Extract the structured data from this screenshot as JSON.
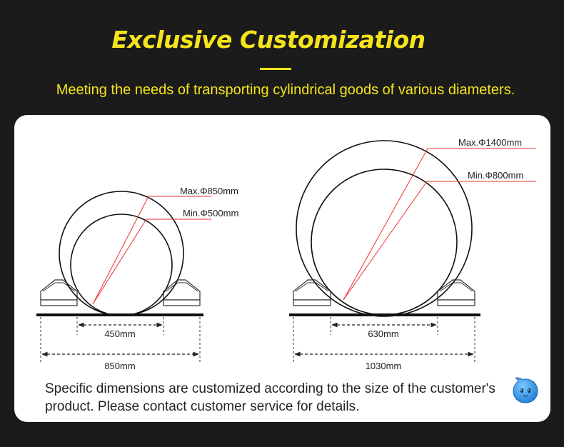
{
  "header": {
    "title": "Exclusive Customization",
    "subtitle": "Meeting the needs of transporting cylindrical goods of various diameters."
  },
  "diagrams": [
    {
      "max_label": "Max.Φ850mm",
      "min_label": "Min.Φ500mm",
      "inner_span": "450mm",
      "outer_span": "850mm"
    },
    {
      "max_label": "Max.Φ1400mm",
      "min_label": "Min.Φ800mm",
      "inner_span": "630mm",
      "outer_span": "1030mm"
    }
  ],
  "note": "Specific dimensions are customized according to the size of the customer's product. Please contact customer service for details.",
  "colors": {
    "background": "#1b1b1b",
    "accent_yellow": "#f5e41c",
    "leader_red": "#e8342e",
    "card": "#ffffff",
    "assistant_blue": "#2a8fe0"
  },
  "icons": {
    "assistant": "chat-assistant-mascot-icon"
  }
}
